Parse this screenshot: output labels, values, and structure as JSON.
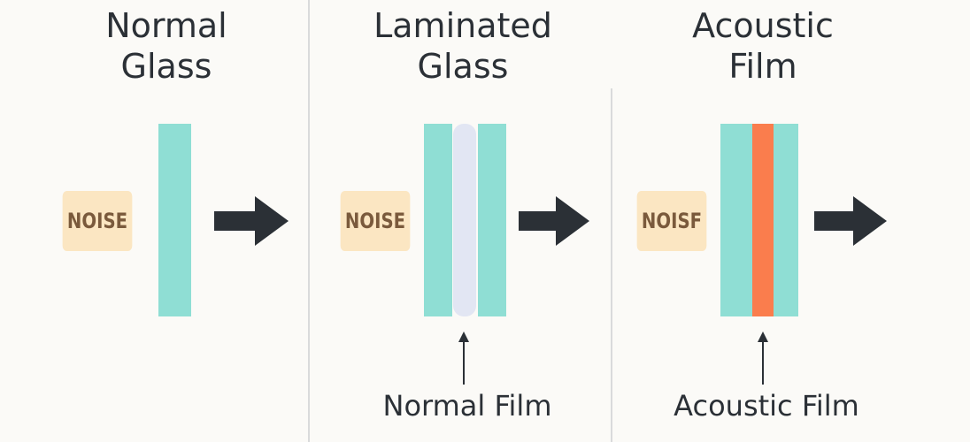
{
  "panels": [
    {
      "title_lines": [
        "Normal",
        "Glass"
      ],
      "noise_label": "NOISE"
    },
    {
      "title_lines": [
        "Laminated",
        "Glass"
      ],
      "noise_label": "NOISE",
      "film_label": "Normal Film"
    },
    {
      "title_lines": [
        "Acoustic",
        "Film"
      ],
      "noise_label": "NOISF",
      "film_label": "Acoustic Film"
    }
  ],
  "colors": {
    "background": "#fbfaf7",
    "glass": "#8fded4",
    "normal_film": "#e2e6f3",
    "acoustic_film": "#fa7d4d",
    "noise_box": "#fbe6c2",
    "noise_text": "#7a5a3c",
    "arrow": "#2b3036",
    "divider": "#d9dadb"
  },
  "icons": {
    "sound_direction": "right-arrow-icon",
    "film_pointer": "up-arrow-icon"
  }
}
